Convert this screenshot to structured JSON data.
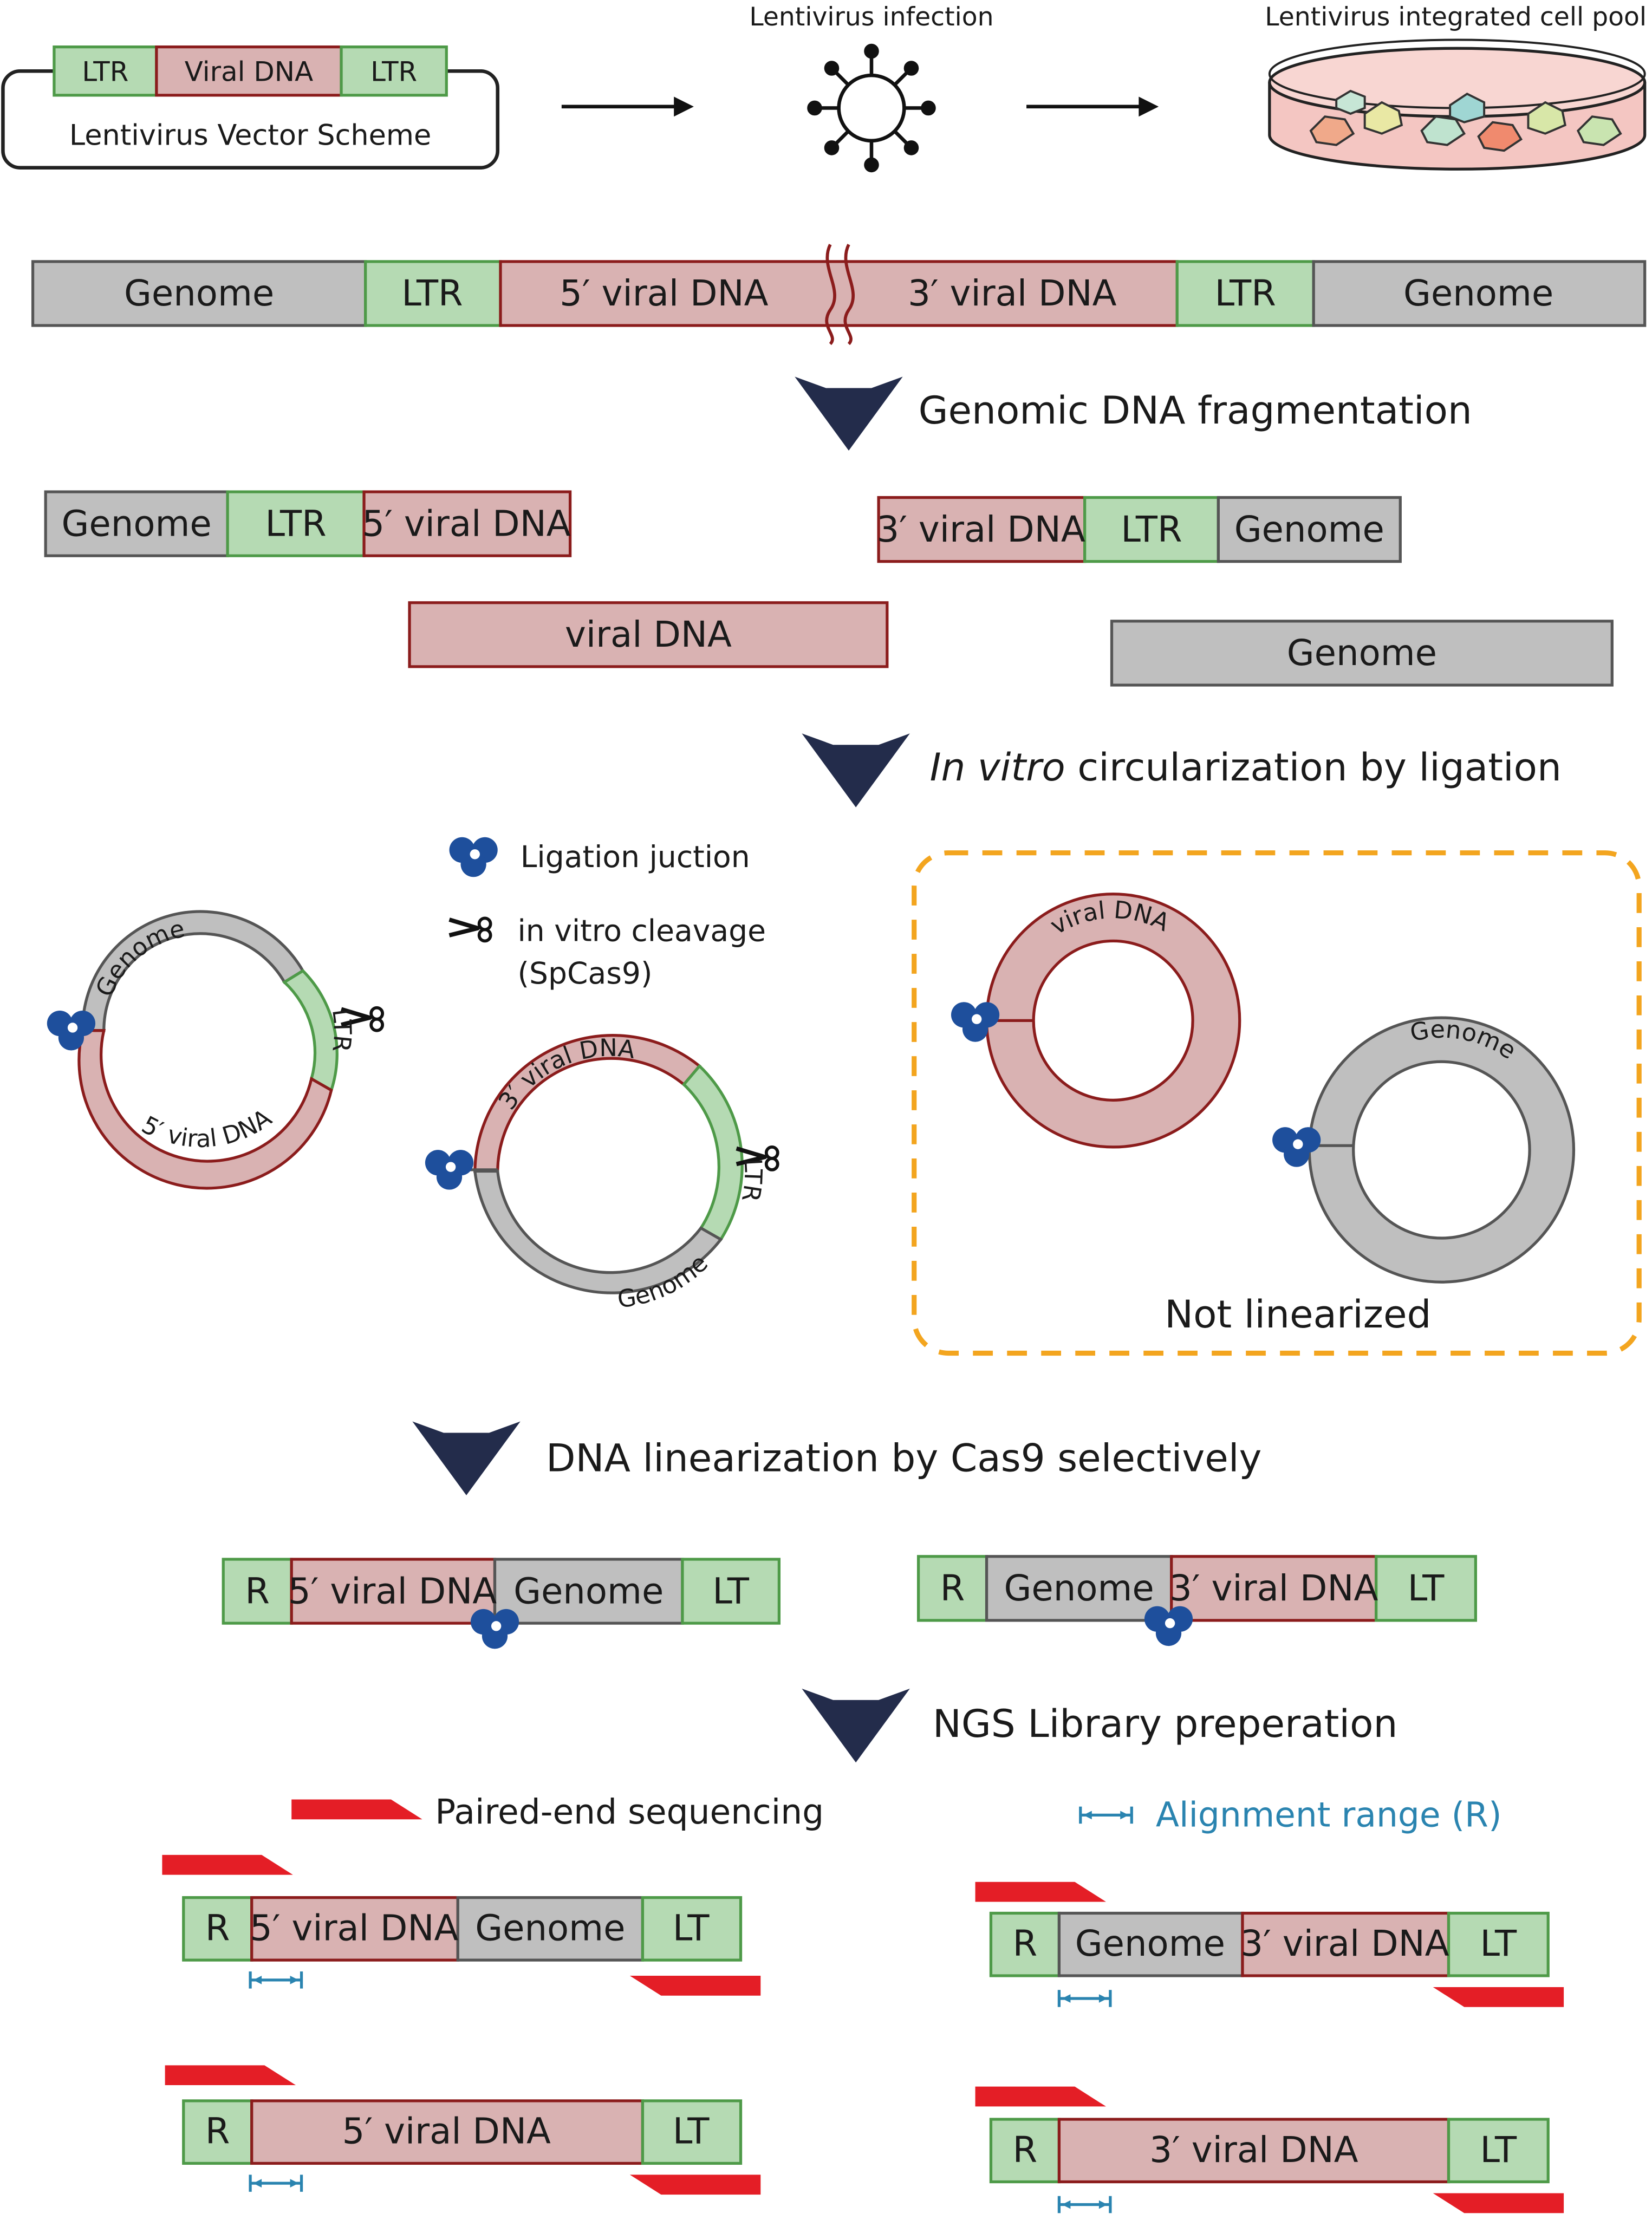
{
  "colors": {
    "ltr_fill": "#b5dab3",
    "ltr_stroke": "#4e9a48",
    "viral_fill": "#d9b2b2",
    "viral_stroke": "#8b1c1c",
    "genome_fill": "#bfbfbf",
    "genome_stroke": "#555555",
    "arrow_fill": "#232c4b",
    "primer": "#e41e26",
    "alignment": "#2a84b0",
    "ligation": "#1e4f9c",
    "dashed_box": "#f3a51f",
    "dish_fill": "#f4c6c2"
  },
  "icons": {
    "ligation": "ligation-junction-icon",
    "scissors": "scissors-icon",
    "virus": "lentivirus-icon",
    "dish": "petri-dish-icon",
    "step_arrow": "down-arrow-icon"
  },
  "top": {
    "vector_ltr_left": "LTR",
    "vector_viral": "Viral DNA",
    "vector_ltr_right": "LTR",
    "vector_caption": "Lentivirus Vector Scheme",
    "infection_label": "Lentivirus infection",
    "pool_label": "Lentivirus integrated cell pool"
  },
  "integrated": {
    "genome_left": "Genome",
    "ltr_left": "LTR",
    "viral_5": "5′ viral DNA",
    "viral_3": "3′ viral DNA",
    "ltr_right": "LTR",
    "genome_right": "Genome"
  },
  "steps": {
    "fragmentation": "Genomic DNA fragmentation",
    "circularization_italic": "In vitro",
    "circularization_rest": " circularization by ligation",
    "linearization": "DNA linearization by Cas9 selectively",
    "ngs": "NGS Library preperation"
  },
  "fragments": {
    "f1_genome": "Genome",
    "f1_ltr": "LTR",
    "f1_viral": "5′ viral DNA",
    "f2_viral": "3′ viral DNA",
    "f2_ltr": "LTR",
    "f2_genome": "Genome",
    "f3_viral": "viral DNA",
    "f4_genome": "Genome"
  },
  "legend": {
    "ligation": "Ligation juction",
    "cleavage_1": "in vitro cleavage",
    "cleavage_2": "(SpCas9)"
  },
  "circles": {
    "c1_genome": "Genome",
    "c1_ltr": "LTR",
    "c1_viral": "5′ viral DNA",
    "c2_viral": "3′ viral DNA",
    "c2_ltr": "LTR",
    "c2_genome": "Genome",
    "c3_viral": "viral DNA",
    "c4_genome": "Genome",
    "not_linearized": "Not linearized"
  },
  "linear": {
    "l1_r": "R",
    "l1_viral": "5′ viral DNA",
    "l1_genome": "Genome",
    "l1_lt": "LT",
    "l2_r": "R",
    "l2_genome": "Genome",
    "l2_viral": "3′ viral DNA",
    "l2_lt": "LT"
  },
  "ngs": {
    "paired_end": "Paired-end sequencing",
    "alignment": "Alignment range (R)",
    "a_r": "R",
    "a_viral": "5′ viral DNA",
    "a_genome": "Genome",
    "a_lt": "LT",
    "b_r": "R",
    "b_genome": "Genome",
    "b_viral": "3′ viral DNA",
    "b_lt": "LT",
    "c_r": "R",
    "c_viral": "5′ viral DNA",
    "c_lt": "LT",
    "d_r": "R",
    "d_viral": "3′ viral DNA",
    "d_lt": "LT"
  }
}
